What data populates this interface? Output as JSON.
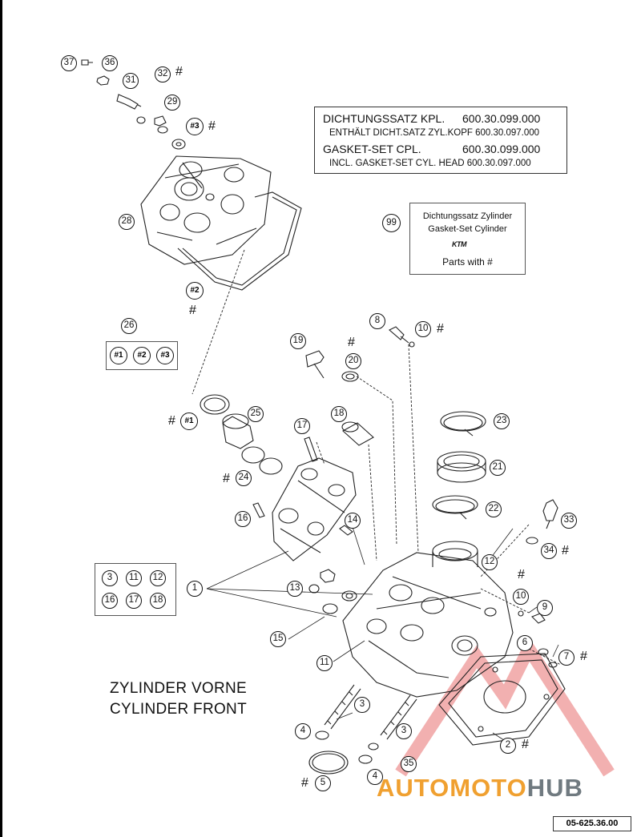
{
  "info_box": {
    "line1_label": "DICHTUNGSSATZ KPL.",
    "line1_number": "600.30.099.000",
    "line2": "ENTHÄLT DICHT.SATZ ZYL.KOPF 600.30.097.000",
    "line3_label": "GASKET-SET CPL.",
    "line3_number": "600.30.099.000",
    "line4": "INCL. GASKET-SET CYL. HEAD 600.30.097.000"
  },
  "kit_box": {
    "number": "99",
    "line1": "Dichtungssatz Zylinder",
    "line2": "Gasket-Set Cylinder",
    "logo": "KTM",
    "line3": "Parts with #"
  },
  "group_26": {
    "number": "26",
    "tags": [
      "#1",
      "#2",
      "#3"
    ]
  },
  "group_1": {
    "number": "1",
    "items": [
      "3",
      "11",
      "12",
      "16",
      "17",
      "18"
    ]
  },
  "callouts": [
    {
      "id": "c37",
      "label": "37"
    },
    {
      "id": "c36",
      "label": "36"
    },
    {
      "id": "c31",
      "label": "31"
    },
    {
      "id": "c32",
      "label": "32"
    },
    {
      "id": "c29",
      "label": "29"
    },
    {
      "id": "c3tag",
      "label": "#3"
    },
    {
      "id": "c28",
      "label": "28"
    },
    {
      "id": "c2tag",
      "label": "#2"
    },
    {
      "id": "c8",
      "label": "8"
    },
    {
      "id": "c10a",
      "label": "10"
    },
    {
      "id": "c19",
      "label": "19"
    },
    {
      "id": "c20",
      "label": "20"
    },
    {
      "id": "c1tag",
      "label": "#1"
    },
    {
      "id": "c25",
      "label": "25"
    },
    {
      "id": "c18",
      "label": "18"
    },
    {
      "id": "c17",
      "label": "17"
    },
    {
      "id": "c23",
      "label": "23"
    },
    {
      "id": "c24",
      "label": "24"
    },
    {
      "id": "c21",
      "label": "21"
    },
    {
      "id": "c22",
      "label": "22"
    },
    {
      "id": "c16",
      "label": "16"
    },
    {
      "id": "c14",
      "label": "14"
    },
    {
      "id": "c33",
      "label": "33"
    },
    {
      "id": "c34",
      "label": "34"
    },
    {
      "id": "c12",
      "label": "12"
    },
    {
      "id": "c13",
      "label": "13"
    },
    {
      "id": "c10b",
      "label": "10"
    },
    {
      "id": "c9",
      "label": "9"
    },
    {
      "id": "c15",
      "label": "15"
    },
    {
      "id": "c6",
      "label": "6"
    },
    {
      "id": "c7",
      "label": "7"
    },
    {
      "id": "c11",
      "label": "11"
    },
    {
      "id": "c3a",
      "label": "3"
    },
    {
      "id": "c3b",
      "label": "3"
    },
    {
      "id": "c4a",
      "label": "4"
    },
    {
      "id": "c2",
      "label": "2"
    },
    {
      "id": "c35",
      "label": "35"
    },
    {
      "id": "c5",
      "label": "5"
    },
    {
      "id": "c4b",
      "label": "4"
    }
  ],
  "hash_symbol": "#",
  "caption": {
    "line1": "ZYLINDER VORNE",
    "line2": "CYLINDER FRONT"
  },
  "doc_ref": "05-625.36.00",
  "watermark": {
    "part1": "AUTOMOTO",
    "part2": "HUB",
    "color_a": "#f0a030",
    "color_b": "#707a80"
  }
}
